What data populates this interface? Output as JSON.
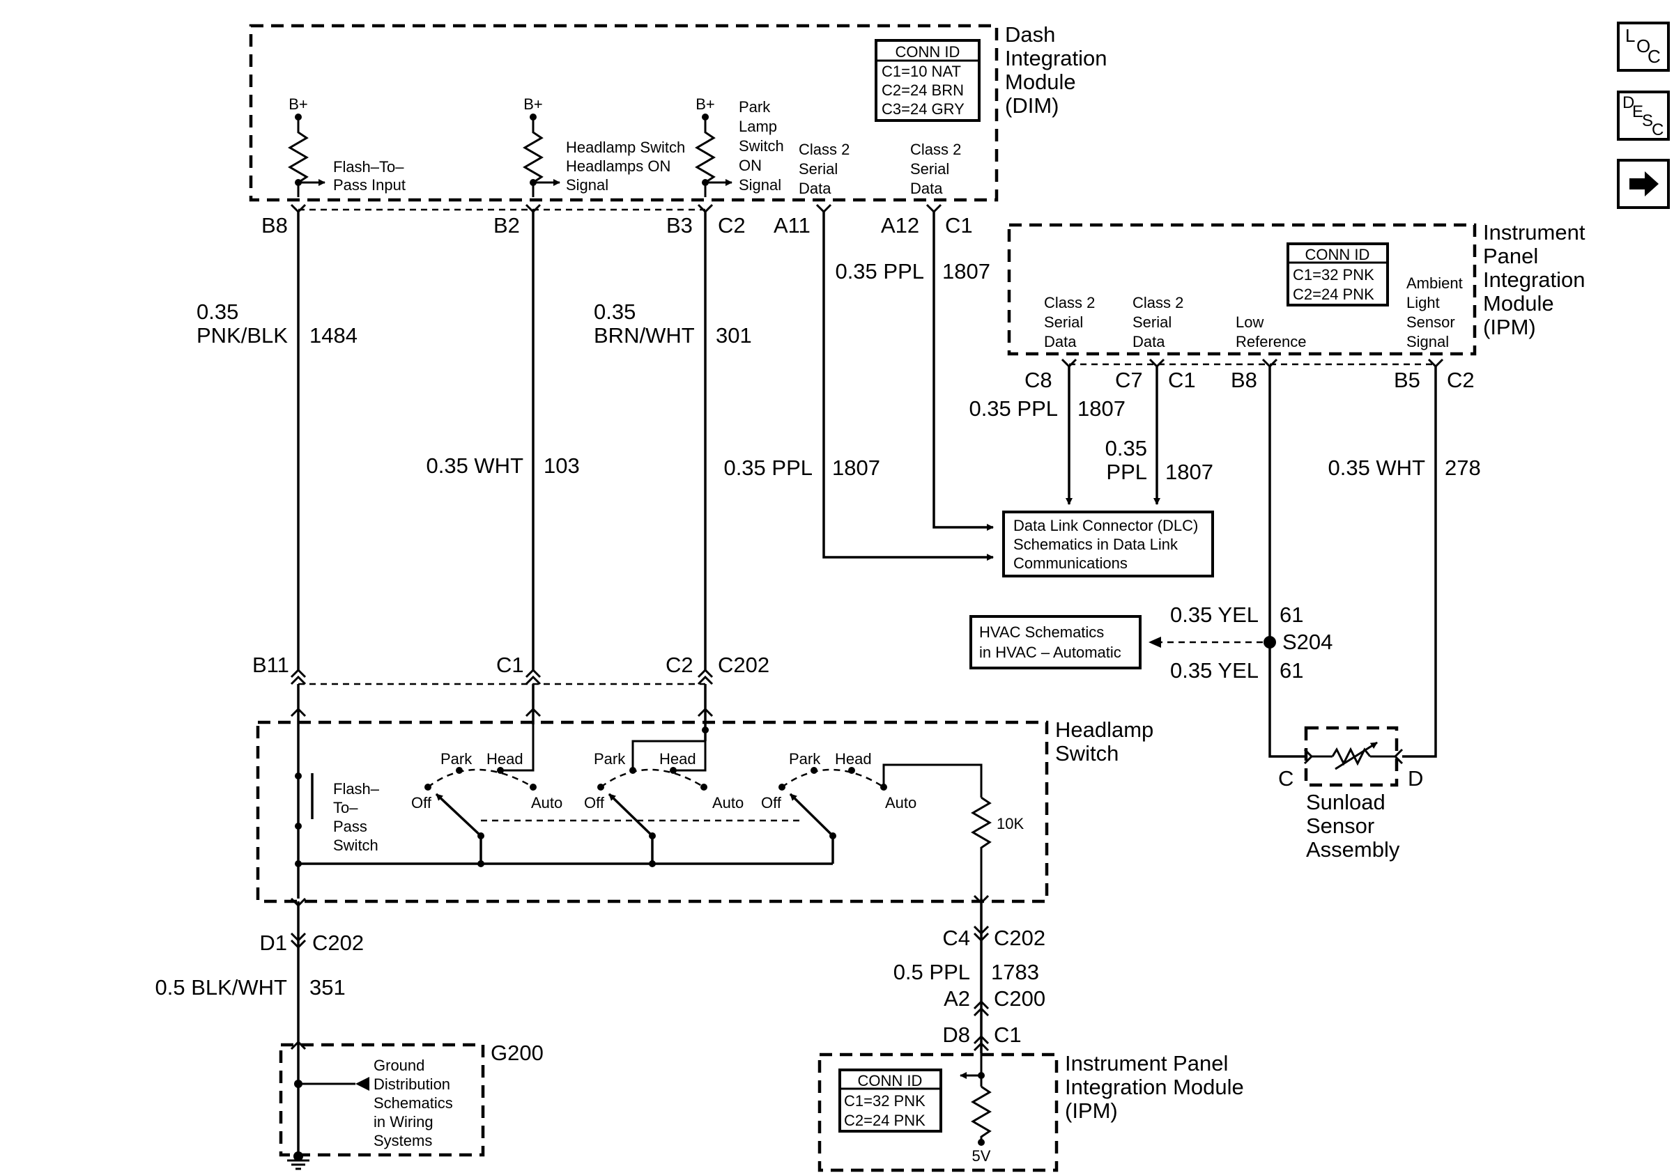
{
  "dim": {
    "title": [
      "Dash",
      "Integration",
      "Module",
      "(DIM)"
    ],
    "conn_id": {
      "header": "CONN ID",
      "lines": [
        "C1=10 NAT",
        "C2=24 BRN",
        "C3=24 GRY"
      ]
    },
    "bplus": "B+",
    "flash_input": [
      "Flash–To–",
      "Pass Input"
    ],
    "headlamp_signal": [
      "Headlamp Switch",
      "Headlamps ON",
      "Signal"
    ],
    "park_signal": [
      "Park",
      "Lamp",
      "Switch",
      "ON",
      "Signal"
    ],
    "class2_a": [
      "Class 2",
      "Serial",
      "Data"
    ],
    "class2_b": [
      "Class 2",
      "Serial",
      "Data"
    ],
    "pins": {
      "b8": "B8",
      "b2": "B2",
      "b3": "B3",
      "c2": "C2",
      "a11": "A11",
      "a12": "A12",
      "c1": "C1"
    }
  },
  "wires": {
    "w1484": {
      "size": "0.35",
      "color": "PNK/BLK",
      "circuit": "1484"
    },
    "w103": {
      "label": "0.35 WHT",
      "circuit": "103"
    },
    "w301": {
      "size": "0.35",
      "color": "BRN/WHT",
      "circuit": "301"
    },
    "w1807_top": {
      "label": "0.35 PPL",
      "circuit": "1807"
    },
    "w1807_mid": {
      "label": "0.35 PPL",
      "circuit": "1807"
    },
    "w1807_c8": {
      "label": "0.35 PPL",
      "circuit": "1807"
    },
    "w1807_c7": {
      "size": "0.35",
      "color": "PPL",
      "circuit": "1807"
    },
    "w278": {
      "label": "0.35 WHT",
      "circuit": "278"
    },
    "w61_top": {
      "label": "0.35 YEL",
      "circuit": "61"
    },
    "w61_bot": {
      "label": "0.35 YEL",
      "circuit": "61"
    },
    "w351": {
      "label": "0.5 BLK/WHT",
      "circuit": "351"
    },
    "w1783": {
      "label": "0.5 PPL",
      "circuit": "1783"
    }
  },
  "ipm_top": {
    "title": [
      "Instrument",
      "Panel",
      "Integration",
      "Module",
      "(IPM)"
    ],
    "conn_id": {
      "header": "CONN ID",
      "lines": [
        "C1=32 PNK",
        "C2=24 PNK"
      ]
    },
    "class2_a": [
      "Class 2",
      "Serial",
      "Data"
    ],
    "class2_b": [
      "Class 2",
      "Serial",
      "Data"
    ],
    "low_ref": [
      "Low",
      "Reference"
    ],
    "ambient": [
      "Ambient",
      "Light",
      "Sensor",
      "Signal"
    ],
    "pins": {
      "c8": "C8",
      "c7": "C7",
      "c1": "C1",
      "b8": "B8",
      "b5": "B5",
      "c2": "C2"
    }
  },
  "dlc": [
    "Data Link Connector (DLC)",
    "Schematics in Data Link",
    "Communications"
  ],
  "hvac": [
    "HVAC Schematics",
    "in HVAC – Automatic"
  ],
  "splice": "S204",
  "c202_top": {
    "b11": "B11",
    "c1": "C1",
    "c2": "C2",
    "name": "C202"
  },
  "headlamp_switch": {
    "title": [
      "Headlamp",
      "Switch"
    ],
    "flash_switch": [
      "Flash–",
      "To–",
      "Pass",
      "Switch"
    ],
    "park": "Park",
    "head": "Head",
    "off": "Off",
    "auto": "Auto",
    "resistor": "10K"
  },
  "sunload": {
    "title": [
      "Sunload",
      "Sensor",
      "Assembly"
    ],
    "pin_c": "C",
    "pin_d": "D"
  },
  "lower_left": {
    "pin": "D1",
    "conn": "C202"
  },
  "ground": {
    "name": "G200",
    "text": [
      "Ground",
      "Distribution",
      "Schematics",
      "in Wiring",
      "Systems"
    ]
  },
  "lower_right": {
    "c4": "C4",
    "c202": "C202",
    "a2": "A2",
    "c200": "C200",
    "d8": "D8",
    "c1": "C1"
  },
  "ipm_bottom": {
    "title": [
      "Instrument Panel",
      "Integration Module",
      "(IPM)"
    ],
    "conn_id": {
      "header": "CONN ID",
      "lines": [
        "C1=32 PNK",
        "C2=24 PNK"
      ]
    },
    "voltage": "5V"
  },
  "nav_icons": {
    "loc": [
      "L",
      "O",
      "C"
    ],
    "desc": [
      "D",
      "E",
      "S",
      "C"
    ]
  }
}
